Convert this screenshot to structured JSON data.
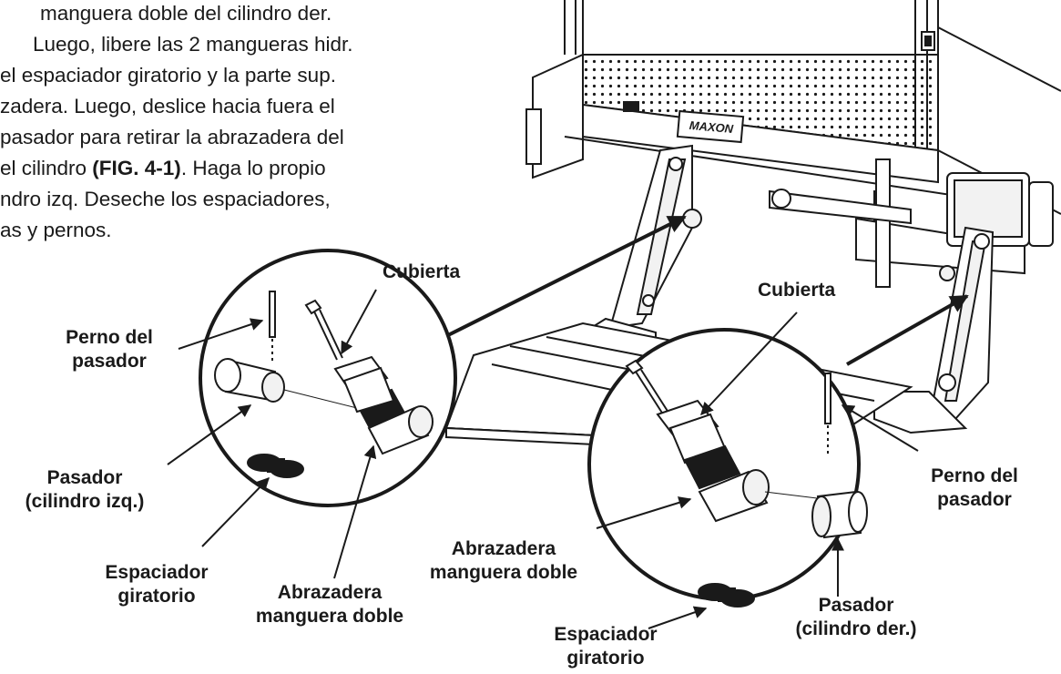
{
  "instructions": {
    "lines": [
      {
        "text": "manguera doble del cilindro der.",
        "bold": ""
      },
      {
        "text": "Luego, libere las 2 mangueras hidr.",
        "bold": ""
      },
      {
        "text": "el espaciador giratorio y la parte sup.",
        "bold": ""
      },
      {
        "text": "zadera. Luego, deslice hacia fuera el",
        "bold": ""
      },
      {
        "text": "pasador para retirar la abrazadera del",
        "bold": ""
      },
      {
        "text": "el cilindro ",
        "bold": "(FIG. 4-1)",
        "tail": ". Haga lo propio"
      },
      {
        "text": "ndro izq. Deseche los espaciadores,",
        "bold": ""
      },
      {
        "text": "as y pernos.",
        "bold": ""
      }
    ]
  },
  "callouts": {
    "left_cubierta": "Cubierta",
    "left_perno_line1": "Perno del",
    "left_perno_line2": "pasador",
    "left_pasador_line1": "Pasador",
    "left_pasador_line2": "(cilindro izq.)",
    "left_espaciador_line1": "Espaciador",
    "left_espaciador_line2": "giratorio",
    "left_abrazadera_line1": "Abrazadera",
    "left_abrazadera_line2": "manguera doble",
    "right_cubierta": "Cubierta",
    "right_perno_line1": "Perno del",
    "right_perno_line2": "pasador",
    "right_abrazadera_line1": "Abrazadera",
    "right_abrazadera_line2": "manguera doble",
    "right_pasador_line1": "Pasador",
    "right_pasador_line2": "(cilindro der.)",
    "right_espaciador_line1": "Espaciador",
    "right_espaciador_line2": "giratorio"
  },
  "brand_plate": "MAXON",
  "colors": {
    "ink": "#1a1a1a",
    "paper": "#ffffff",
    "steel": "#f2f2f2"
  }
}
